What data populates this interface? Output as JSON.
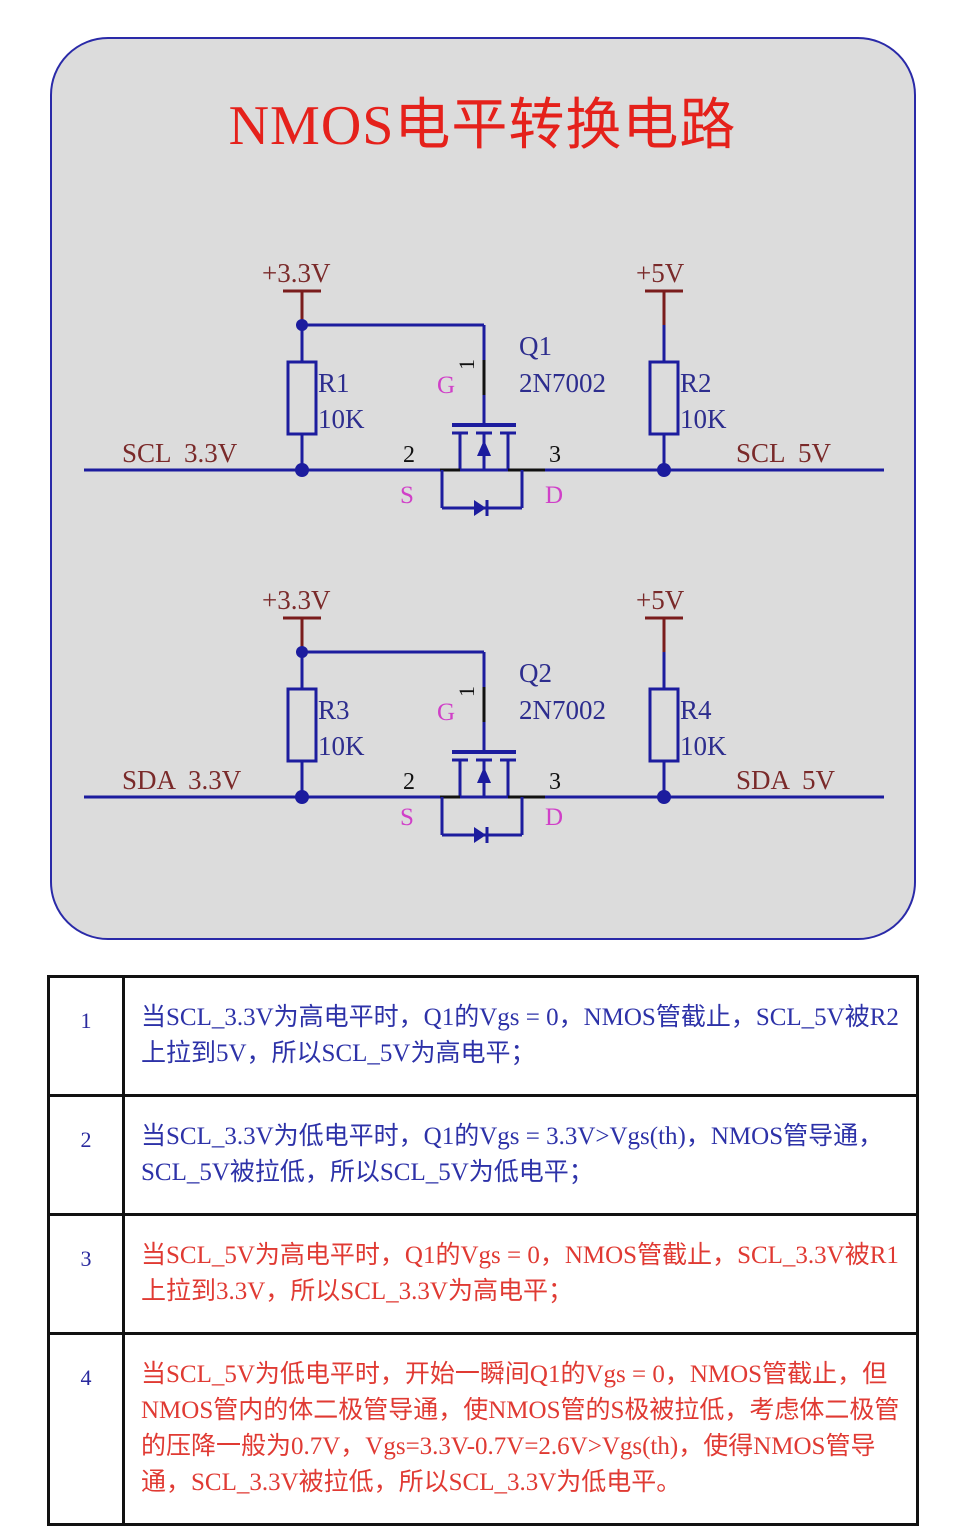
{
  "title": "NMOS电平转换电路",
  "circuits": [
    {
      "vlow": "+3.3V",
      "vhigh": "+5V",
      "q_name": "Q1",
      "q_part": "2N7002",
      "r_left_name": "R1",
      "r_left_val": "10K",
      "r_right_name": "R2",
      "r_right_val": "10K",
      "left_net": "SCL  3.3V",
      "right_net": "SCL  5V",
      "pin_gate_num": "1",
      "pin_source_num": "2",
      "pin_drain_num": "3",
      "gate_letter": "G",
      "source_letter": "S",
      "drain_letter": "D"
    },
    {
      "vlow": "+3.3V",
      "vhigh": "+5V",
      "q_name": "Q2",
      "q_part": "2N7002",
      "r_left_name": "R3",
      "r_left_val": "10K",
      "r_right_name": "R4",
      "r_right_val": "10K",
      "left_net": "SDA  3.3V",
      "right_net": "SDA  5V",
      "pin_gate_num": "1",
      "pin_source_num": "2",
      "pin_drain_num": "3",
      "gate_letter": "G",
      "source_letter": "S",
      "drain_letter": "D"
    }
  ],
  "table": [
    {
      "num": "1",
      "color": "blue",
      "text": "当SCL_3.3V为高电平时，Q1的Vgs = 0，NMOS管截止，SCL_5V被R2上拉到5V，所以SCL_5V为高电平；"
    },
    {
      "num": "2",
      "color": "blue",
      "text": "当SCL_3.3V为低电平时，Q1的Vgs = 3.3V>Vgs(th)，NMOS管导通，SCL_5V被拉低，所以SCL_5V为低电平；"
    },
    {
      "num": "3",
      "color": "red",
      "text": "当SCL_5V为高电平时，Q1的Vgs = 0，NMOS管截止，SCL_3.3V被R1上拉到3.3V，所以SCL_3.3V为高电平；"
    },
    {
      "num": "4",
      "color": "red",
      "text": "当SCL_5V为低电平时，开始一瞬间Q1的Vgs = 0，NMOS管截止，但NMOS管内的体二极管导通，使NMOS管的S极被拉低，考虑体二极管的压降一般为0.7V，Vgs=3.3V-0.7V=2.6V>Vgs(th)，使得NMOS管导通，SCL_3.3V被拉低，所以SCL_3.3V为低电平。"
    }
  ],
  "colors": {
    "panel_bg": "#dcdcdc",
    "panel_border": "#2a2aa8",
    "title": "#e5211b",
    "wire": "#1c1c9e",
    "power": "#7a1c1c",
    "text_dark": "#7a2a2a",
    "pin_letter": "#d040c8",
    "blue_text": "#2d32a8",
    "red_text": "#e03a33"
  }
}
